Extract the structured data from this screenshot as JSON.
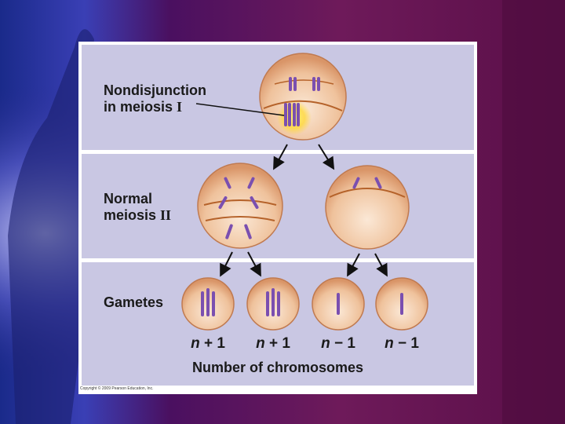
{
  "labels": {
    "row1_line1": "Nondisjunction",
    "row1_line2_text": "in meiosis ",
    "row1_line2_roman": "I",
    "row2_line1": "Normal",
    "row2_line2_text": "meiosis ",
    "row2_line2_roman": "II",
    "row3": "Gametes"
  },
  "gamete_counts": [
    {
      "n": "n",
      "rest": " + 1"
    },
    {
      "n": "n",
      "rest": " + 1"
    },
    {
      "n": "n",
      "rest": " − 1"
    },
    {
      "n": "n",
      "rest": " − 1"
    }
  ],
  "axis_caption": "Number of chromosomes",
  "copyright": "Copyright © 2009 Pearson Education, Inc.",
  "colors": {
    "band": "#c9c7e3",
    "cell_fill": "#f2c9a6",
    "cell_edge": "#c07a50",
    "chromosome": "#7a4fb0",
    "spindle": "#b5622a",
    "highlight": "#ffe35c"
  }
}
